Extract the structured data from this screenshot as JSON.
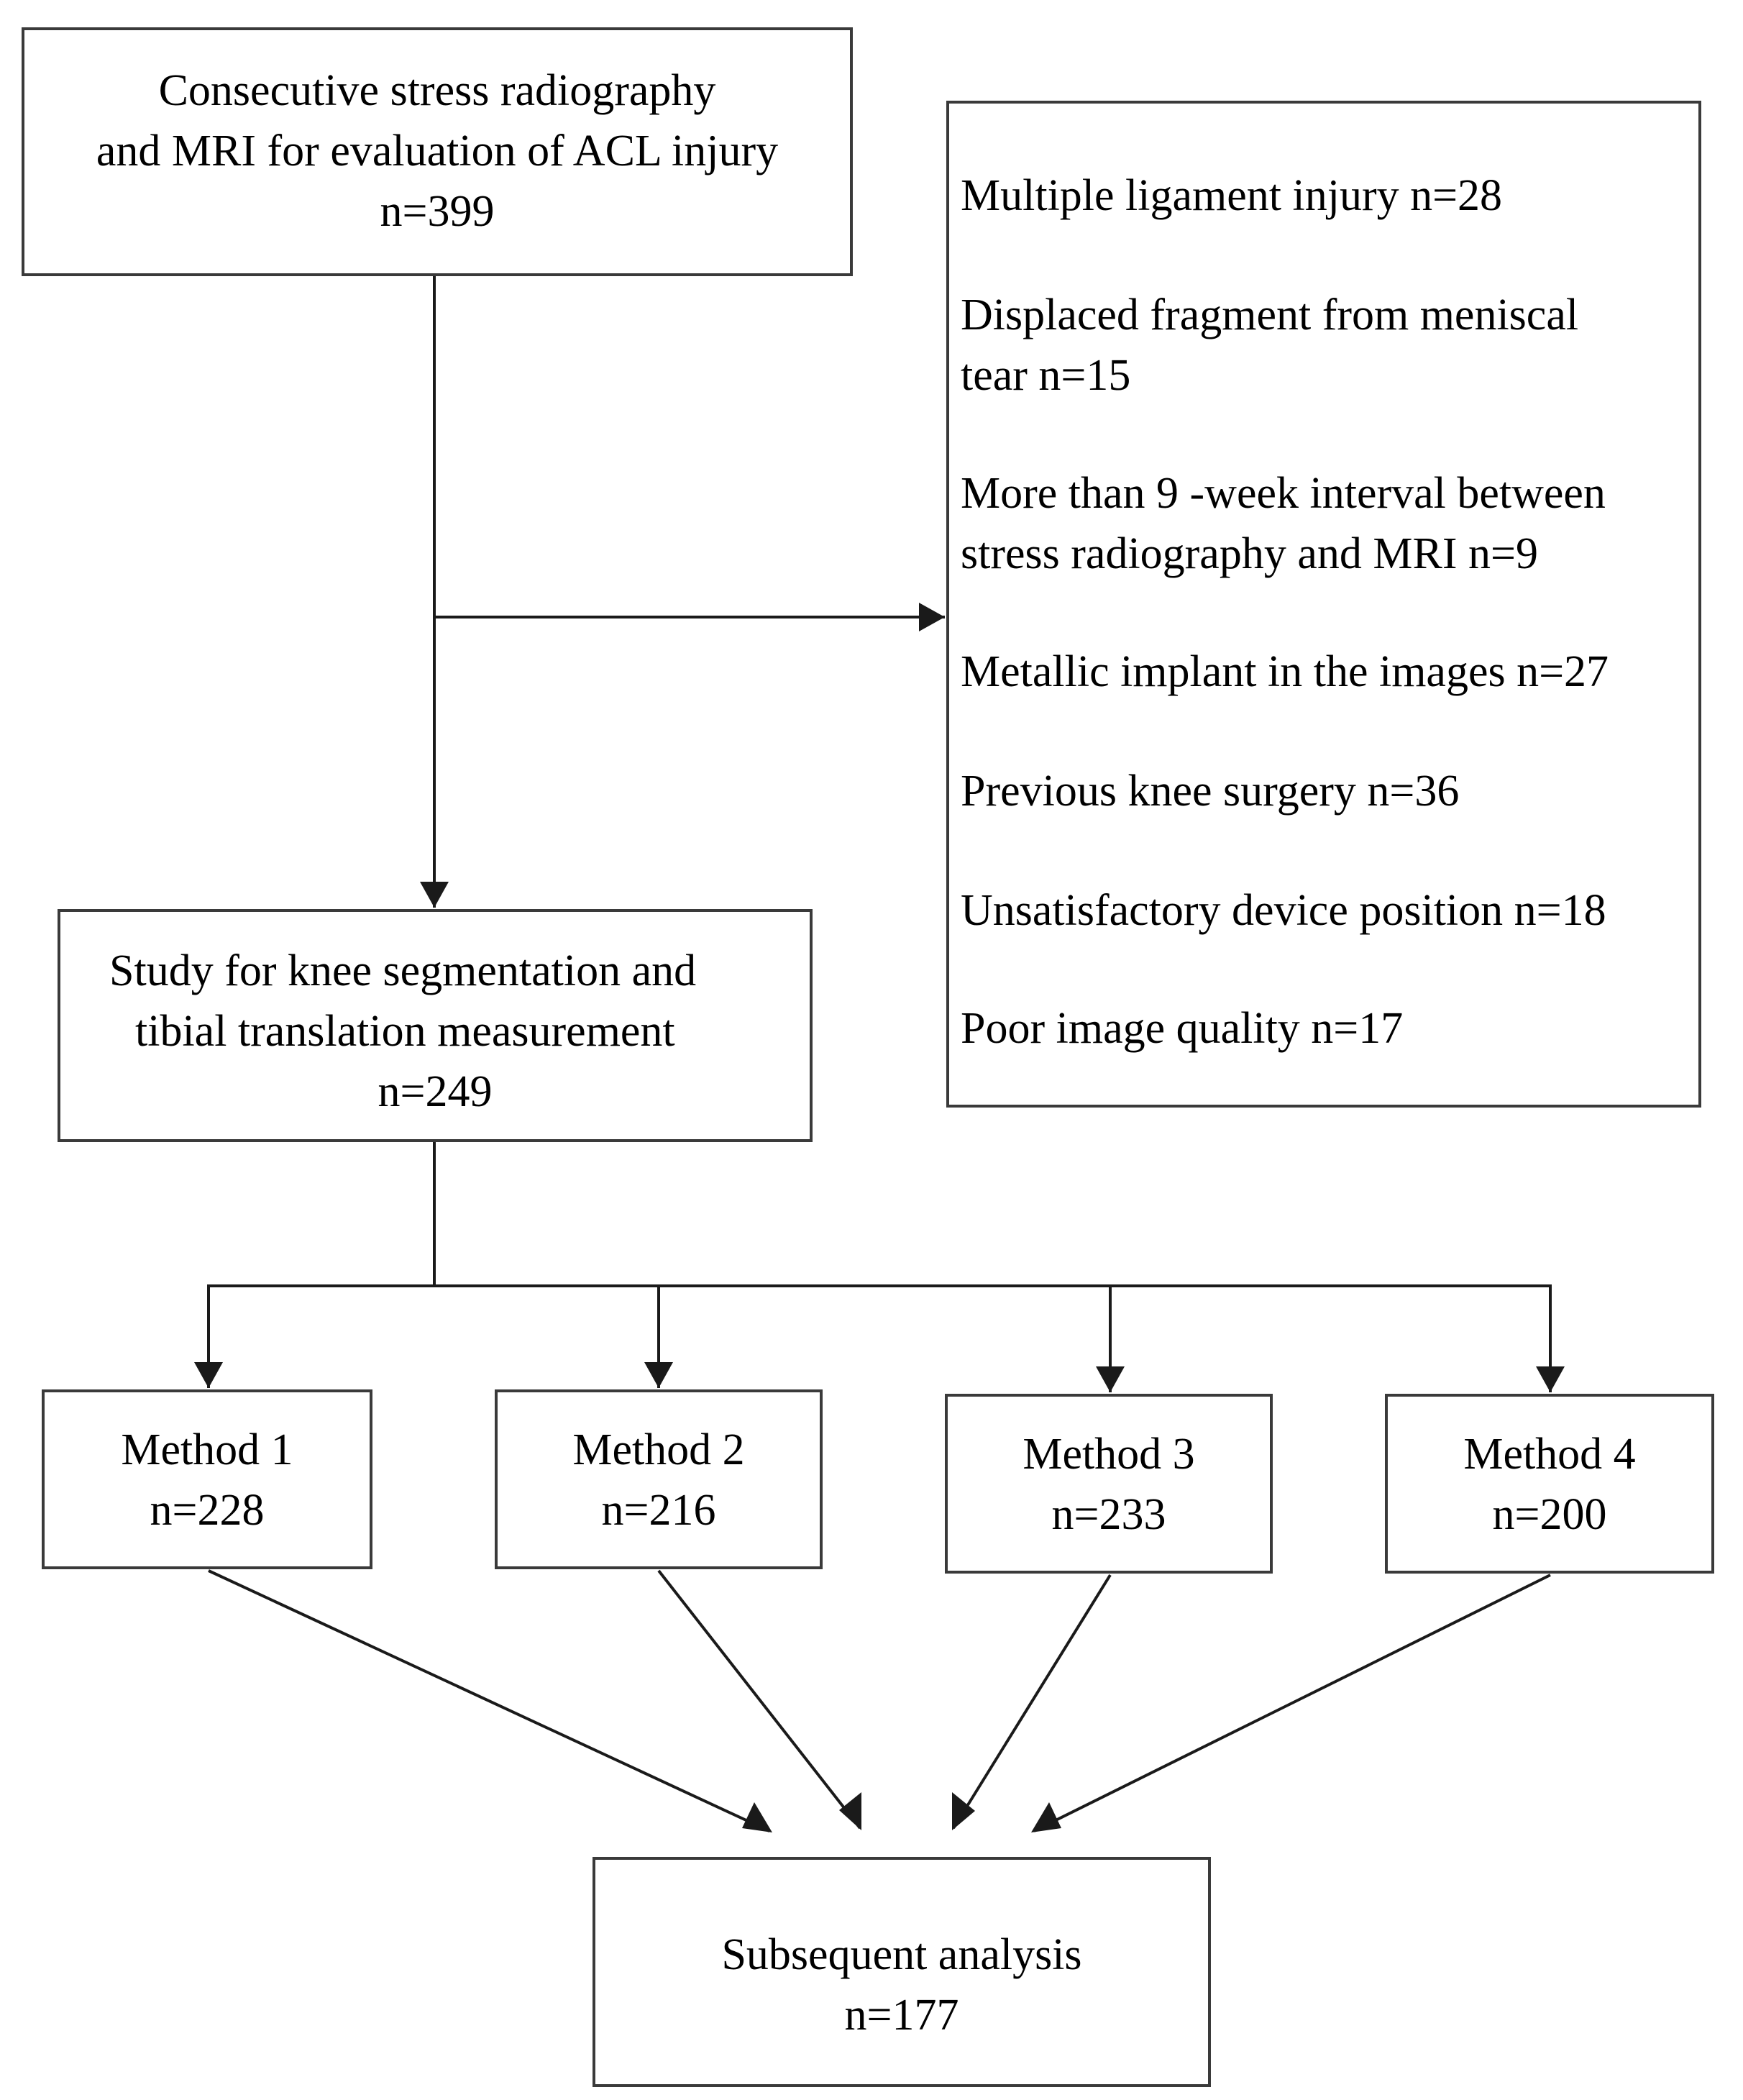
{
  "top_box": {
    "line1": "Consecutive stress radiography",
    "line2": "and MRI for evaluation of ACL injury",
    "line3": "n=399"
  },
  "exclusions": [
    {
      "line1": "Multiple ligament injury n=28"
    },
    {
      "line1": "Displaced fragment from meniscal",
      "line2": "tear n=15"
    },
    {
      "line1": "More than 9 -week interval between",
      "line2": "stress radiography and MRI n=9"
    },
    {
      "line1": "Metallic implant in the images n=27"
    },
    {
      "line1": "Previous knee surgery n=36"
    },
    {
      "line1": "Unsatisfactory device position n=18"
    },
    {
      "line1": "Poor image quality n=17"
    }
  ],
  "study_box": {
    "line1": "Study for knee segmentation and",
    "line2": "tibial translation measurement",
    "line3": "n=249"
  },
  "methods": [
    {
      "label": "Method 1",
      "count": "n=228"
    },
    {
      "label": "Method 2",
      "count": "n=216"
    },
    {
      "label": "Method 3",
      "count": "n=233"
    },
    {
      "label": "Method 4",
      "count": "n=200"
    }
  ],
  "final_box": {
    "line1": "Subsequent analysis",
    "line2": "n=177"
  },
  "colors": {
    "line": "#1a1a1a",
    "border": "#3a3a3a",
    "text": "#000000",
    "background": "#ffffff"
  }
}
